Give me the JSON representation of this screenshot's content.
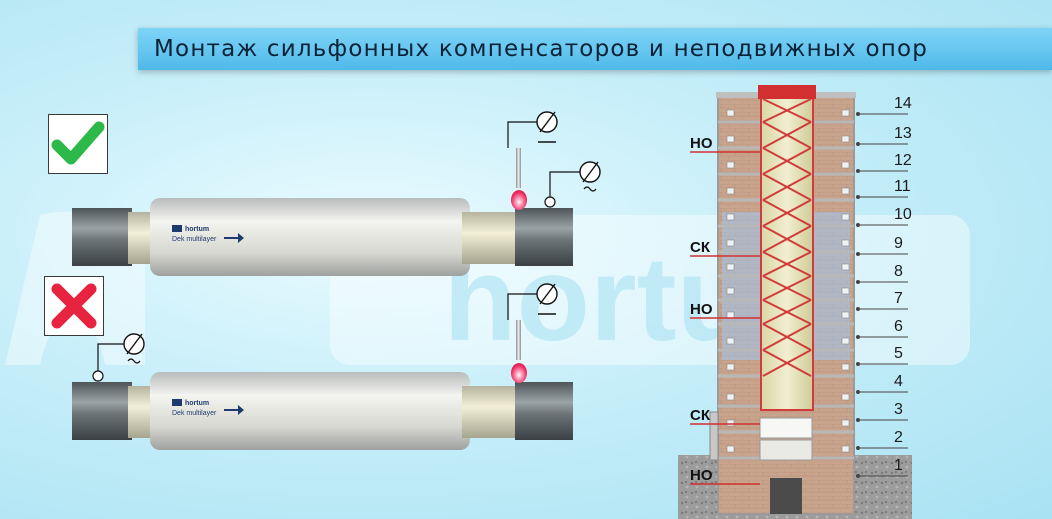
{
  "title": "Монтаж сильфонных компенсаторов и неподвижных опор",
  "watermark": "hortum",
  "correct_example": {
    "status_icon": "check-icon",
    "status_color": "#2db84a",
    "brand_label": "hortum",
    "product_label": "Dek multilayer",
    "welding_symbol": "Ø",
    "ground_symbol": "Ø"
  },
  "incorrect_example": {
    "status_icon": "cross-icon",
    "status_color": "#e8233f",
    "brand_label": "hortum",
    "product_label": "Dek multilayer",
    "welding_symbol": "Ø",
    "ground_symbol": "Ø"
  },
  "building": {
    "floors": [
      "14",
      "13",
      "12",
      "11",
      "10",
      "9",
      "8",
      "7",
      "6",
      "5",
      "4",
      "3",
      "2",
      "1"
    ],
    "support_labels": [
      {
        "text": "НО",
        "floor": "13"
      },
      {
        "text": "СК",
        "floor": "9"
      },
      {
        "text": "НО",
        "floor": "7"
      },
      {
        "text": "СК",
        "floor": "3"
      },
      {
        "text": "НО",
        "floor": "1"
      }
    ]
  }
}
